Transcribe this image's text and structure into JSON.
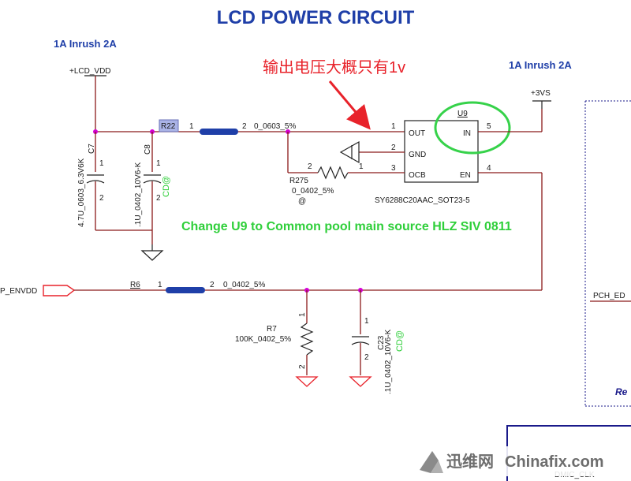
{
  "title": "LCD POWER CIRCUIT",
  "annotation_cn": "输出电压大概只有1v",
  "inrush_left": "1A Inrush 2A",
  "inrush_right": "1A Inrush 2A",
  "change_note": "Change U9 to Common pool main source  HLZ SIV 0811",
  "nets": {
    "lcd_vdd": "+LCD_VDD",
    "vs3": "+3VS",
    "envdd": "P_ENVDD",
    "pch": "PCH_ED",
    "dmic": "DMIC_CLK",
    "re": "Re"
  },
  "u9": {
    "ref": "U9",
    "part": "SY6288C20AAC_SOT23-5",
    "pins": {
      "out": "OUT",
      "gnd": "GND",
      "ocb": "OCB",
      "in": "IN",
      "en": "EN",
      "n1": "1",
      "n2": "2",
      "n3": "3",
      "n4": "4",
      "n5": "5"
    }
  },
  "r22": {
    "ref": "R22",
    "value": "0_0603_5%",
    "p1": "1",
    "p2": "2"
  },
  "r275": {
    "ref": "R275",
    "value": "0_0402_5%",
    "at": "@",
    "p1": "1",
    "p2": "2"
  },
  "r6": {
    "ref": "R6",
    "value": "0_0402_5%",
    "p1": "1",
    "p2": "2"
  },
  "r7": {
    "ref": "R7",
    "value": "100K_0402_5%",
    "p1": "1",
    "p2": "2"
  },
  "c7": {
    "ref": "C7",
    "value": "4.7U_0603_6.3V6K",
    "p1": "1",
    "p2": "2"
  },
  "c8": {
    "ref": "C8",
    "value": ".1U_0402_10V6-K",
    "cd": "CD@",
    "p1": "1",
    "p2": "2"
  },
  "c23": {
    "ref": "C23",
    "value": ".1U_0402_10V6-K",
    "cd": "CD@",
    "p1": "1",
    "p2": "2"
  },
  "watermark": {
    "brand_cn": "迅维网",
    "brand_en": "Chinafix.com"
  },
  "colors": {
    "title": "#1f3fa8",
    "wire": "#8b1a1a",
    "junction": "#d400d4",
    "annotation": "#e8222a",
    "note": "#2fcf3a"
  }
}
